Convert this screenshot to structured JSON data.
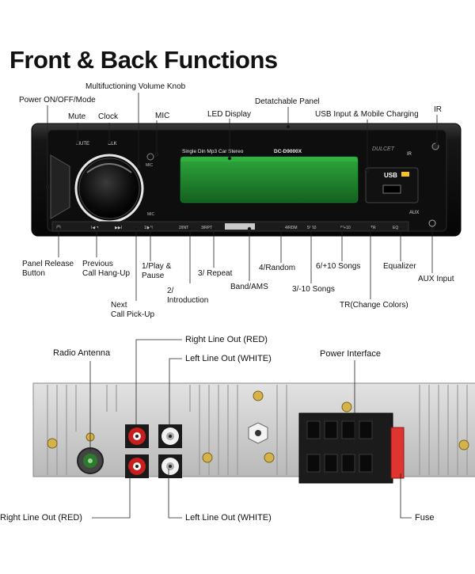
{
  "title": "Front & Back Functions",
  "front": {
    "unit": {
      "brand": "DULCET",
      "model_caption": "Single Din Mp3 Car Stereo",
      "model_number": "DC-D9000X",
      "panel_mute": "MUTE",
      "panel_clk": "CLK",
      "panel_mic": "MIC",
      "panel_ir": "IR",
      "panel_aux": "AUX",
      "panel_usb": "USB",
      "buttons": [
        "1/▶II",
        "2/INT",
        "3/RPT",
        "4/RDM",
        "5/-10",
        "6/+10",
        "TR",
        "EQ"
      ]
    },
    "labels": {
      "power": "Power ON/OFF/Mode",
      "mute": "Mute",
      "clock": "Clock",
      "volume": "Multifuctioning Volume Knob",
      "mic": "MIC",
      "led": "LED Display",
      "detach": "Detatchable Panel",
      "usb": "USB Input & Mobile Charging",
      "ir": "IR",
      "panel_release_1": "Panel Release",
      "panel_release_2": "Button",
      "previous_1": "Previous",
      "previous_2": "Call Hang-Up",
      "next_1": "Next",
      "next_2": "Call Pick-Up",
      "play_1": "1/Play &",
      "play_2": "Pause",
      "intro_1": "2/",
      "intro_2": "Introduction",
      "repeat": "3/ Repeat",
      "band": "Band/AMS",
      "random": "4/Random",
      "minus10": "3/-10 Songs",
      "plus10": "6/+10 Songs",
      "tr": "TR(Change Colors)",
      "equalizer": "Equalizer",
      "aux": "AUX Input"
    }
  },
  "back": {
    "labels": {
      "antenna": "Radio Antenna",
      "right_line_top": "Right Line Out (RED)",
      "left_line_top": "Left Line Out (WHITE)",
      "power_interface": "Power Interface",
      "right_line_bottom": "Right Line Out (RED)",
      "left_line_bottom": "Left Line Out (WHITE)",
      "fuse": "Fuse"
    }
  },
  "colors": {
    "red_jack": "#c81e1e",
    "white_jack": "#f2f2f2",
    "fuse": "#e0342f",
    "display_green": "#1f8a2e",
    "chassis": "#c9c9c9"
  }
}
